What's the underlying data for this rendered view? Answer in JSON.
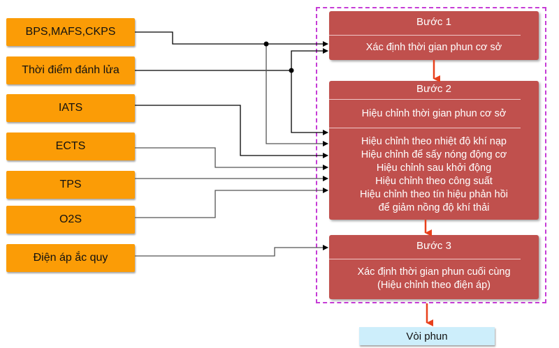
{
  "inputs": [
    {
      "label": "BPS,MAFS,CKPS"
    },
    {
      "label": "Thời điểm đánh lửa"
    },
    {
      "label": "IATS"
    },
    {
      "label": "ECTS"
    },
    {
      "label": "TPS"
    },
    {
      "label": "O2S"
    },
    {
      "label": "Điện áp ắc quy"
    }
  ],
  "steps": [
    {
      "title": "Bước 1",
      "lines": [
        "Xác định thời gian phun cơ sở"
      ]
    },
    {
      "title": "Bước 2",
      "subtitle": "Hiệu chỉnh thời gian phun cơ sở",
      "lines": [
        "Hiệu chỉnh theo nhiệt độ khí nạp",
        "Hiệu chỉnh để sấy nóng động cơ",
        "Hiệu chỉnh sau khởi động",
        "Hiệu chỉnh theo công suất",
        "Hiệu chỉnh theo tín hiệu phản hồi",
        "để giảm nồng độ khí thải"
      ]
    },
    {
      "title": "Bước 3",
      "lines": [
        "Xác định thời gian phun cuối cùng",
        "(Hiệu chỉnh theo điện áp)"
      ]
    }
  ],
  "output": {
    "label": "Vòi phun"
  },
  "colors": {
    "input": "#fb9c06",
    "step": "#c0504d",
    "output": "#cdeefb",
    "flow_arrow": "#e8401c",
    "group_border": "#c63cd6"
  }
}
